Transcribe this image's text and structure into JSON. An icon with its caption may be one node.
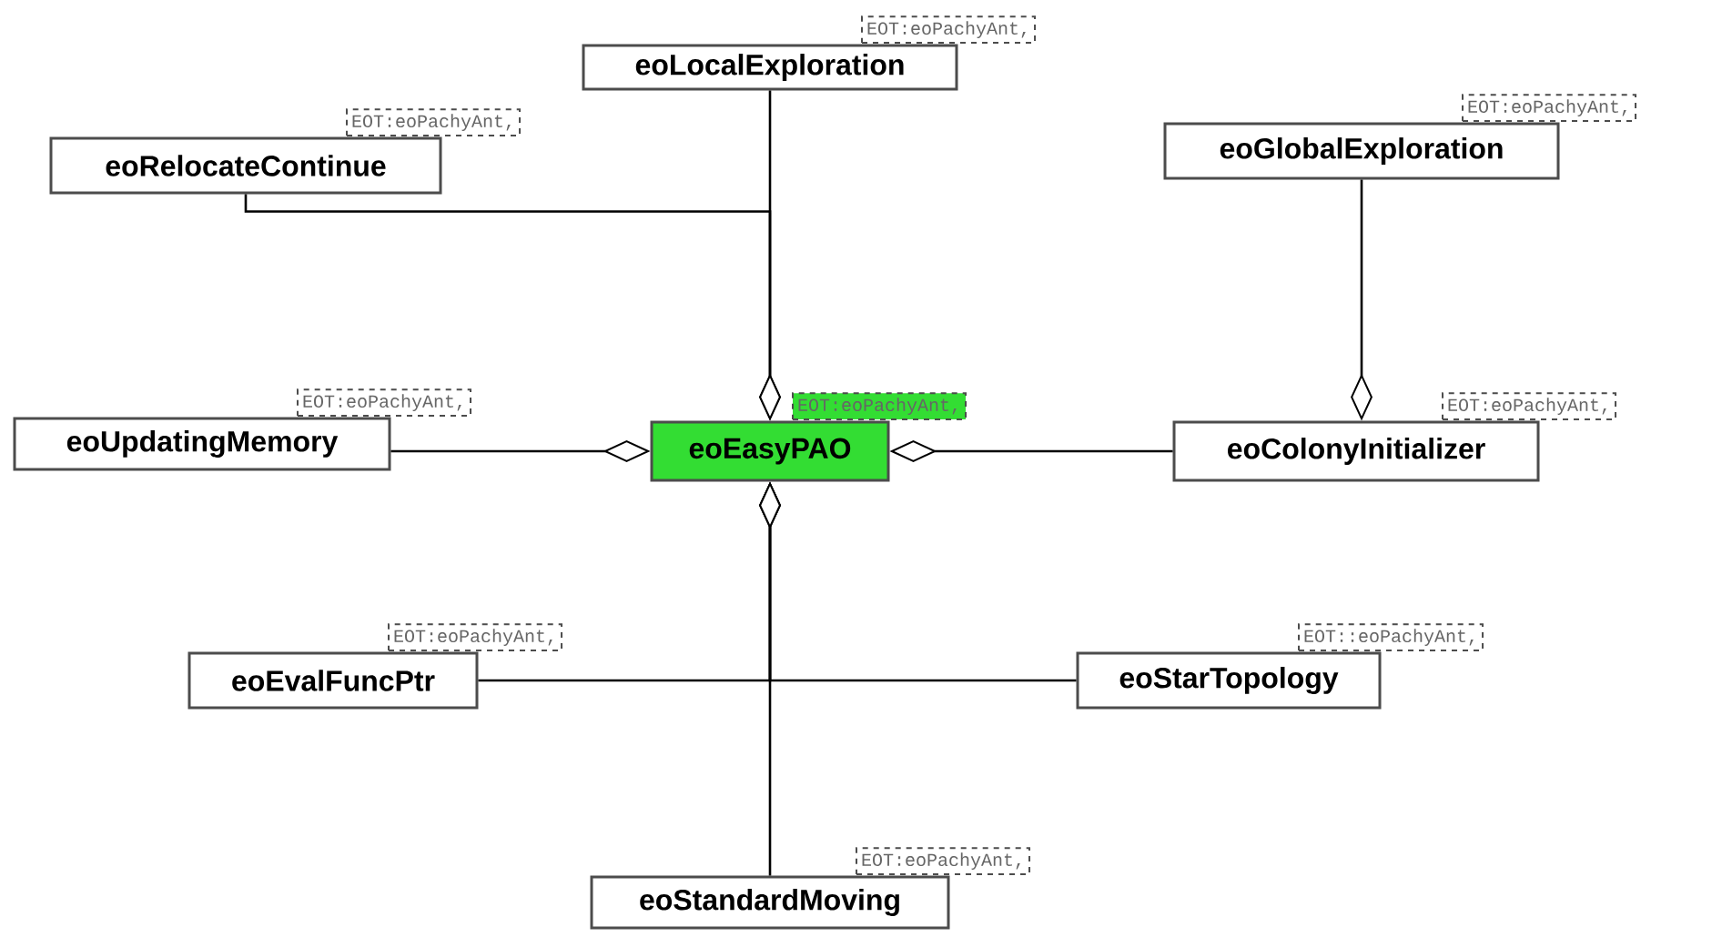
{
  "diagram": {
    "nodes": [
      {
        "text": [
          "eoLocalExploration"
        ],
        "beside": [
          "EOT:eoPachyAnt,"
        ]
      },
      {
        "text": [
          "eoRelocateContinue"
        ],
        "beside": [
          "EOT:eoPachyAnt,"
        ]
      },
      {
        "text": [
          "eoGlobalExploration"
        ],
        "beside": [
          "EOT:eoPachyAnt,"
        ]
      },
      {
        "text": [
          "eoUpdatingMemory"
        ],
        "beside": [
          "EOT:eoPachyAnt,"
        ]
      },
      {
        "text": [
          "eoEasyPAO"
        ],
        "beside": [
          "EOT:eoPachyAnt,"
        ]
      },
      {
        "text": [
          "eoColonyInitializer"
        ],
        "beside": [
          "EOT:eoPachyAnt,"
        ]
      },
      {
        "text": [
          "eoEvalFuncPtr"
        ],
        "beside": [
          "EOT:eoPachyAnt,"
        ]
      },
      {
        "text": [
          "eoStarTopology"
        ],
        "beside": [
          "EOT::eoPachyAnt,"
        ]
      },
      {
        "text": [
          "eoStandardMoving"
        ],
        "beside": [
          "EOT:eoPachyAnt,"
        ]
      }
    ],
    "edges": [
      {
        "from": 0,
        "to": 4,
        "arrow": "other"
      },
      {
        "from": 1,
        "to": 4,
        "arrow": "other"
      },
      {
        "from": 3,
        "to": 4,
        "arrow": "other"
      },
      {
        "from": 2,
        "to": 5,
        "arrow": "other"
      },
      {
        "from": 5,
        "to": 4,
        "arrow": "other"
      },
      {
        "from": 6,
        "to": 4,
        "arrow": "other"
      },
      {
        "from": 7,
        "to": 4,
        "arrow": "other"
      },
      {
        "from": 8,
        "to": 4,
        "arrow": "other"
      }
    ]
  }
}
